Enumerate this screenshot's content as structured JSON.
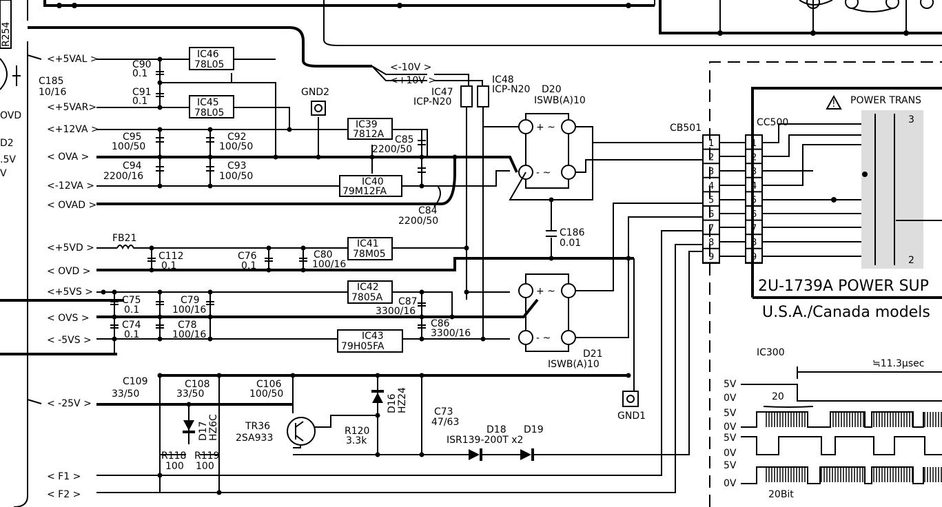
{
  "rails": {
    "p5val": "<+5VAL >",
    "p5var": "<+5VAR>",
    "p12va": "<+12VA >",
    "ova": "<  OVA  >",
    "m12va": "<-12VA >",
    "ovad": "< OVAD >",
    "p5vd": "<+5VD >",
    "ovd": "<  OVD  >",
    "p5vs": "<+5VS >",
    "ovs": "<  OVS  >",
    "m5vs": "< -5VS >",
    "m25v": "<  -25V  >",
    "f1": "<  F1  >",
    "f2": "<  F2  >",
    "m10v": "<-10V  >",
    "p10v": "<+10V  >"
  },
  "left_edge": {
    "r254": "R254",
    "c185": "C185",
    "c185v": "10/16",
    "ovd": "OVD",
    "d2": "D2",
    "v5": ".5V",
    "v": "V"
  },
  "ics": {
    "ic46": {
      "ref": "IC46",
      "part": "78L05"
    },
    "ic45": {
      "ref": "IC45",
      "part": "78L05"
    },
    "ic39": {
      "ref": "IC39",
      "part": "7812A"
    },
    "ic40": {
      "ref": "IC40",
      "part": "79M12FA"
    },
    "ic41": {
      "ref": "IC41",
      "part": "78M05"
    },
    "ic42": {
      "ref": "IC42",
      "part": "7805A"
    },
    "ic43": {
      "ref": "IC43",
      "part": "79H05FA"
    },
    "ic47": {
      "ref": "IC47",
      "part": "ICP-N20"
    },
    "ic48": {
      "ref": "IC48",
      "part": "ICP-N20"
    }
  },
  "caps": {
    "c90": [
      "C90",
      "0.1"
    ],
    "c91": [
      "C91",
      "0.1"
    ],
    "c95": [
      "C95",
      "100/50"
    ],
    "c92": [
      "C92",
      "100/50"
    ],
    "c94": [
      "C94",
      "2200/16"
    ],
    "c93": [
      "C93",
      "100/50"
    ],
    "c85": [
      "C85",
      "2200/50"
    ],
    "c84": [
      "C84",
      "2200/50"
    ],
    "c112": [
      "C112",
      "0.1"
    ],
    "c76": [
      "C76",
      "0.1"
    ],
    "c80": [
      "C80",
      "100/16"
    ],
    "c186": [
      "C186",
      "0.01"
    ],
    "c75": [
      "C75",
      "0.1"
    ],
    "c79": [
      "C79",
      "100/16"
    ],
    "c87": [
      "C87",
      "3300/16"
    ],
    "c74": [
      "C74",
      "0.1"
    ],
    "c78": [
      "C78",
      "100/16"
    ],
    "c86": [
      "C86",
      "3300/16"
    ],
    "c109": [
      "C109",
      "33/50"
    ],
    "c108": [
      "C108",
      "33/50"
    ],
    "c106": [
      "C106",
      "100/50"
    ],
    "c73": [
      "C73",
      "47/63"
    ]
  },
  "misc": {
    "gnd2": "GND2",
    "gnd1": "GND1",
    "fb21": "FB21",
    "d20": "D20",
    "d20p": "ISWB(A)10",
    "d21": "D21",
    "d21p": "ISWB(A)10",
    "tr36": "TR36",
    "tr36p": "2SA933",
    "r120": "R120",
    "r120v": "3.3k",
    "d16": "D16",
    "d16p": "HZ24",
    "d17": "D17",
    "d17p": "HZ6C",
    "d18": "D18",
    "d19": "D19",
    "d1819p": "ISR139-200T  x2",
    "r118": "R118",
    "r118v": "100",
    "r119": "R119",
    "r119v": "100",
    "cb501": "CB501",
    "cc500": "CC500",
    "pwr_trans": "POWER TRANS",
    "board": "2U-1739A POWER SUP",
    "models": "U.S.A./Canada models",
    "ic300": "IC300",
    "period": "≒11.3μsec",
    "cnt20": "20",
    "bit20": "20Bit",
    "t5v": "5V",
    "t0v": "0V",
    "tr3": "3",
    "tr2": "2"
  },
  "pins": [
    "1",
    "2",
    "3",
    "4",
    "5",
    "6",
    "7",
    "8",
    "9"
  ]
}
